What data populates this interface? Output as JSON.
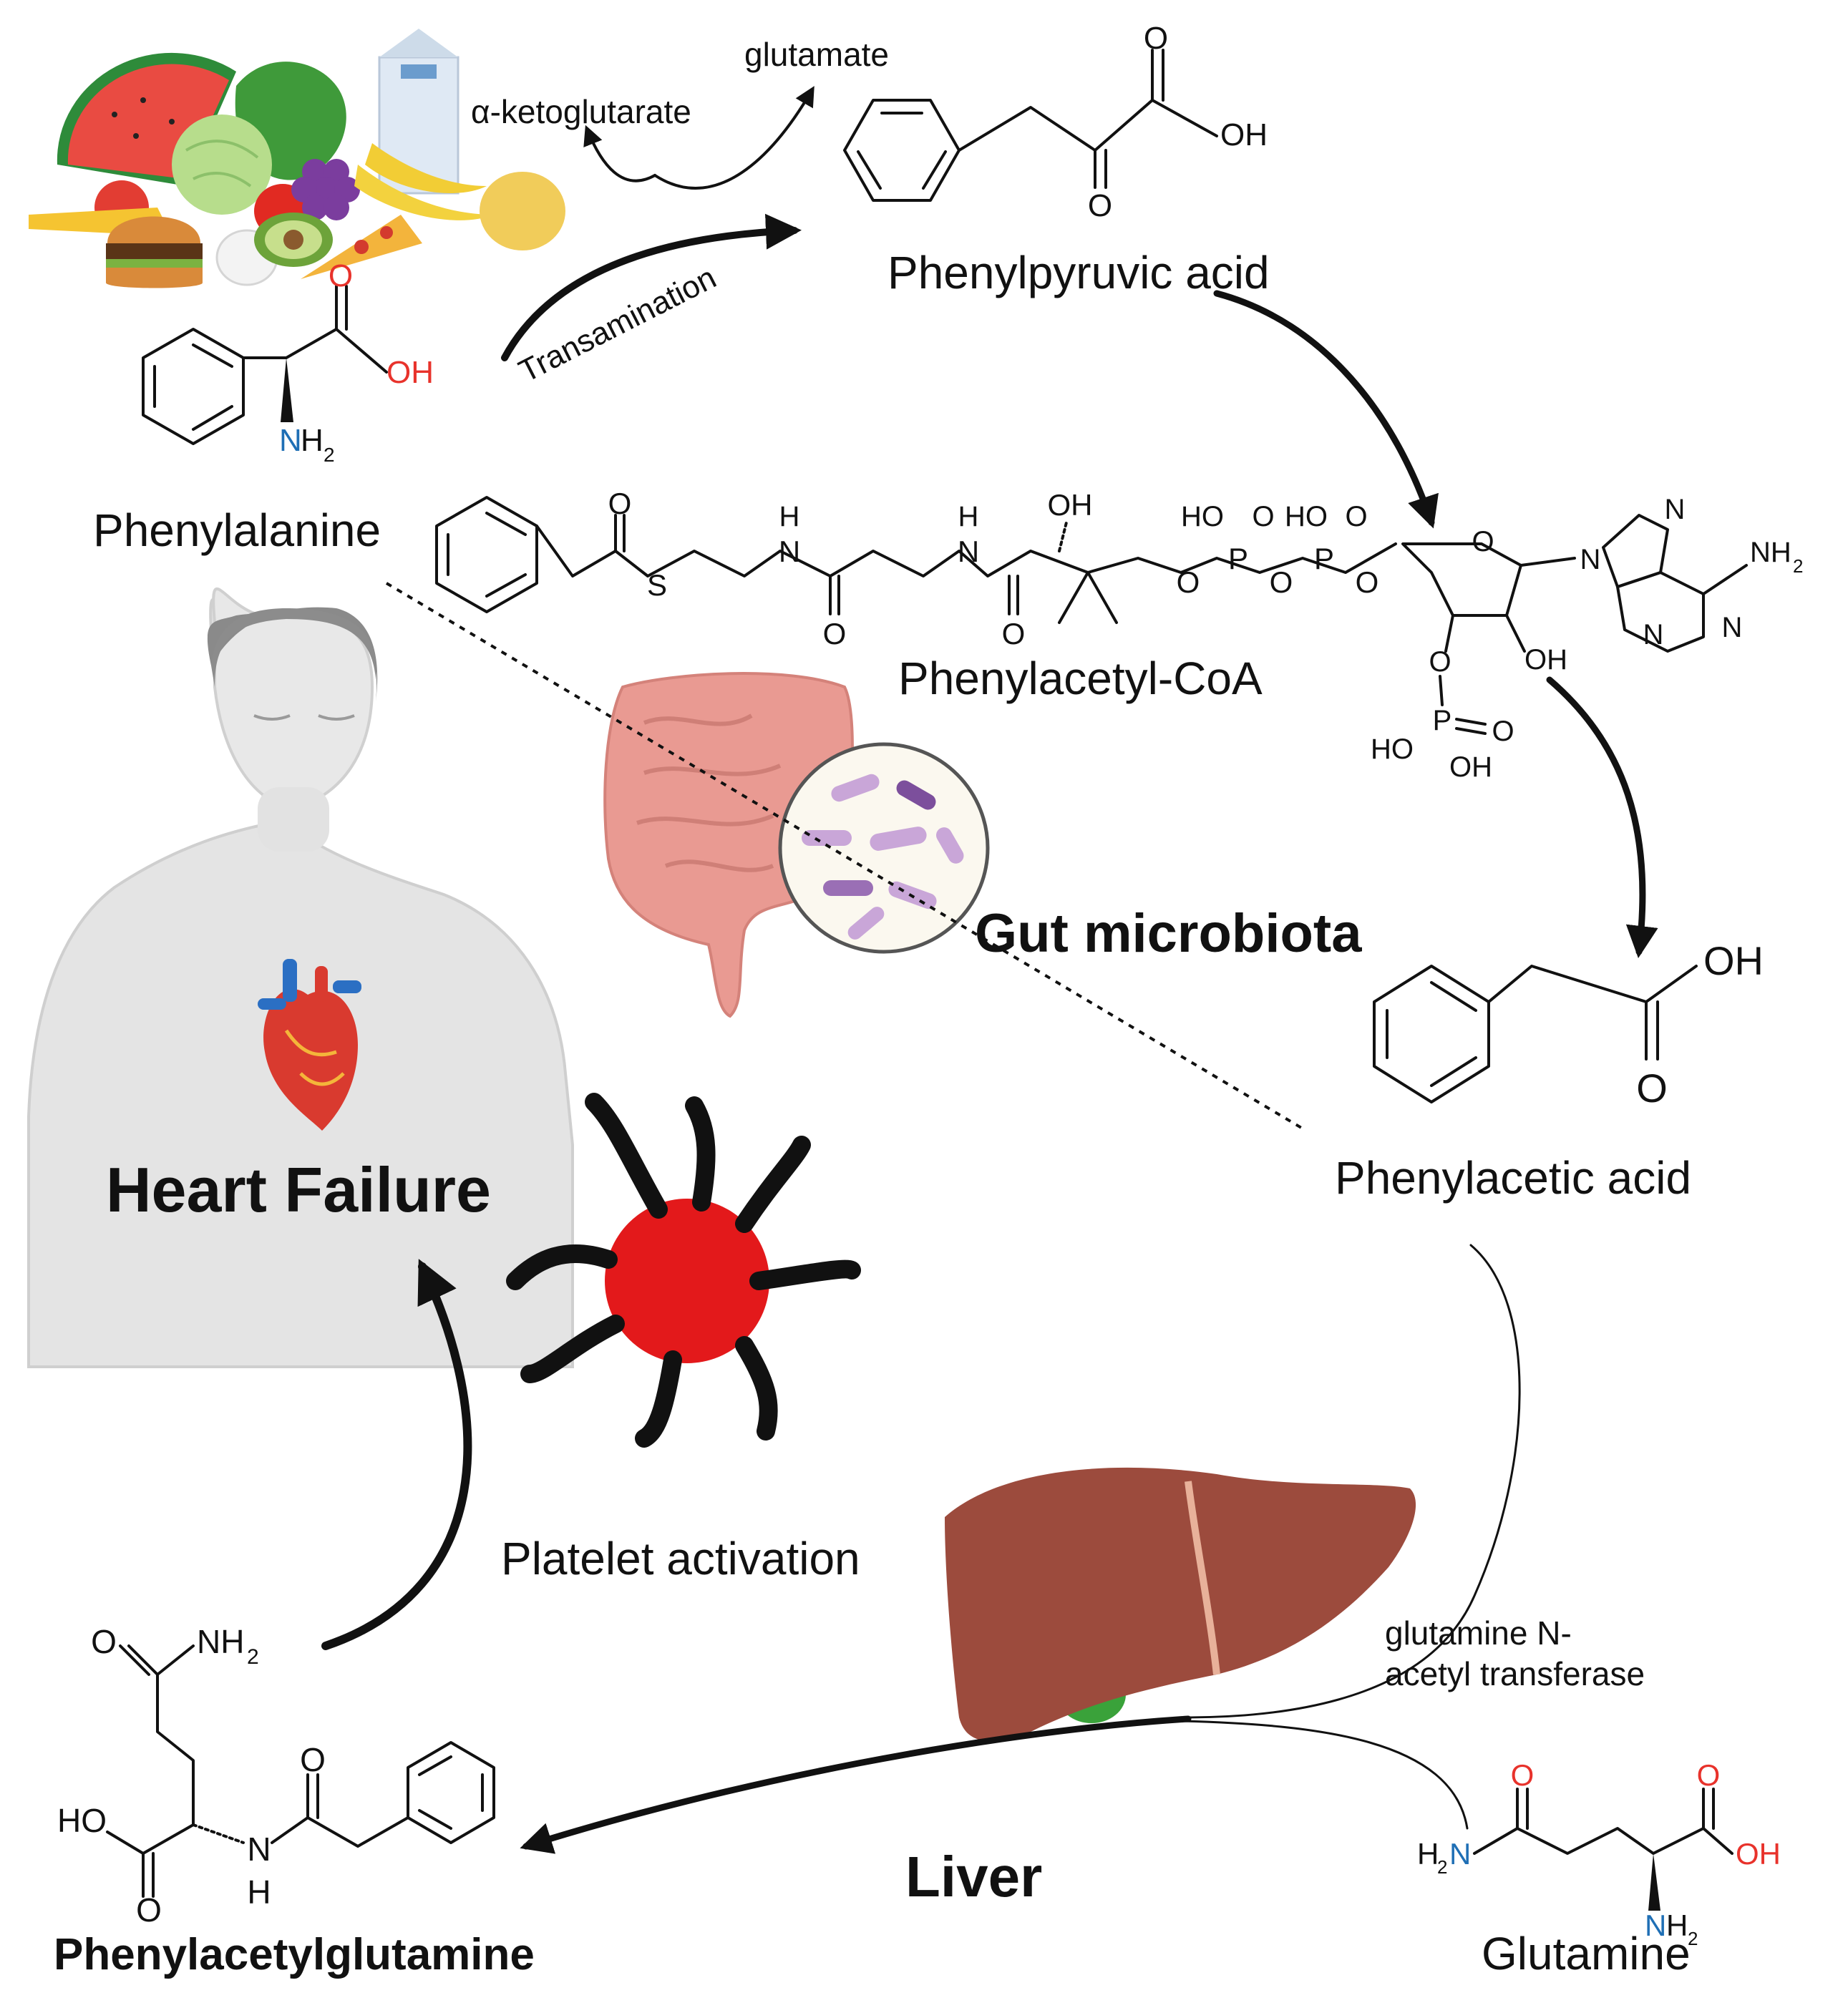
{
  "colors": {
    "oxygen": "#e8322b",
    "nitrogen": "#1f6fb5",
    "heart_red": "#d93a2f",
    "platelet": "#e3191b",
    "liver": "#9c4b3d",
    "gallbladder": "#3aa23a",
    "gut": "#e99a92",
    "microbe": "#c9a6d8",
    "body": "#e3e3e3"
  },
  "labels": {
    "glutamate": "glutamate",
    "ketoglutarate": "α-ketoglutarate",
    "transamination": "Transamination",
    "phenylpyruvic": "Phenylpyruvic acid",
    "phenylalanine": "Phenylalanine",
    "phenylacetyl_coa": "Phenylacetyl-CoA",
    "gut_microbiota": "Gut microbiota",
    "phenylacetic": "Phenylacetic acid",
    "heart_failure": "Heart Failure",
    "platelet_activation": "Platelet activation",
    "enzyme_line1": "glutamine N-",
    "enzyme_line2": "acetyl transferase",
    "liver": "Liver",
    "glutamine": "Glutamine",
    "pagln": "Phenylacetylglutamine"
  },
  "atoms": {
    "o": "O",
    "oh": "OH",
    "ho": "HO",
    "nh2": "NH",
    "sub2": "2",
    "n": "N",
    "h": "H",
    "s": "S",
    "p": "P",
    "h2n_h": "H",
    "h2n_n": "N"
  },
  "icons": {
    "food": "food-icon",
    "human": "human-body-icon",
    "heart": "heart-icon",
    "gut": "intestine-icon",
    "bacteria": "bacteria-magnifier-icon",
    "platelet": "platelet-icon",
    "liver": "liver-icon"
  }
}
